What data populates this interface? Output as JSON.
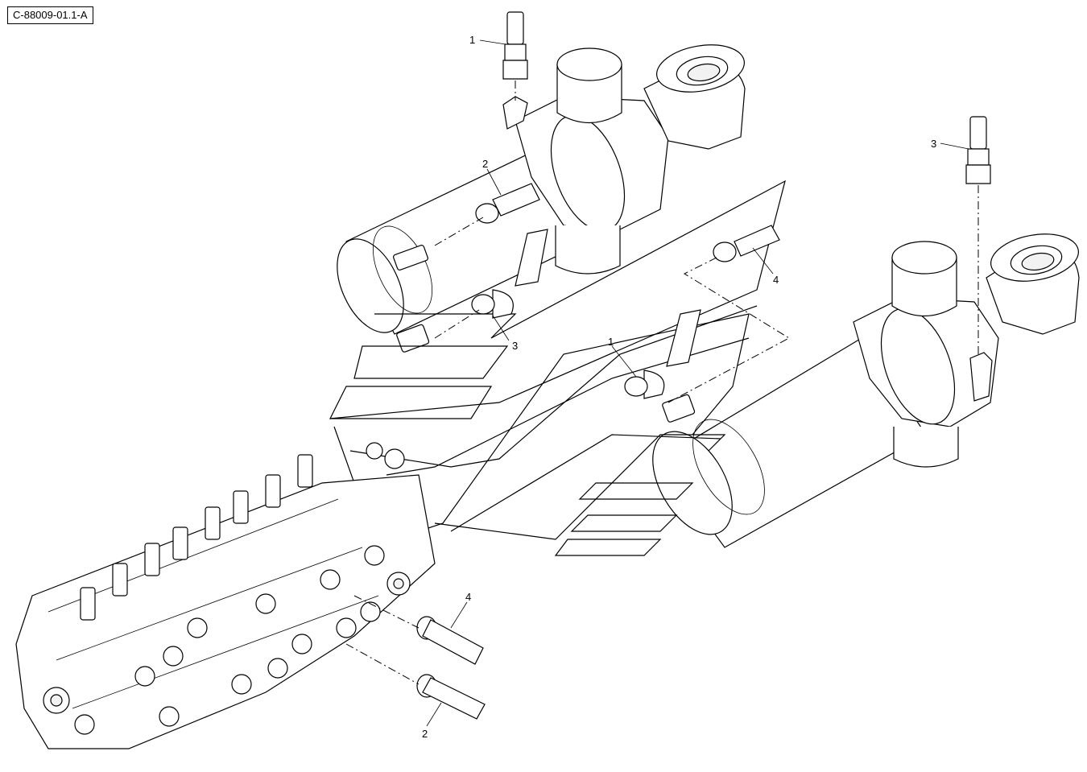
{
  "reference_code": "C-88009-01.1-A",
  "callouts": {
    "c1_top": "1",
    "c1_mid": "1",
    "c2_top": "2",
    "c2_bottom": "2",
    "c3_left": "3",
    "c3_right": "3",
    "c4_right": "4",
    "c4_bottom": "4"
  }
}
